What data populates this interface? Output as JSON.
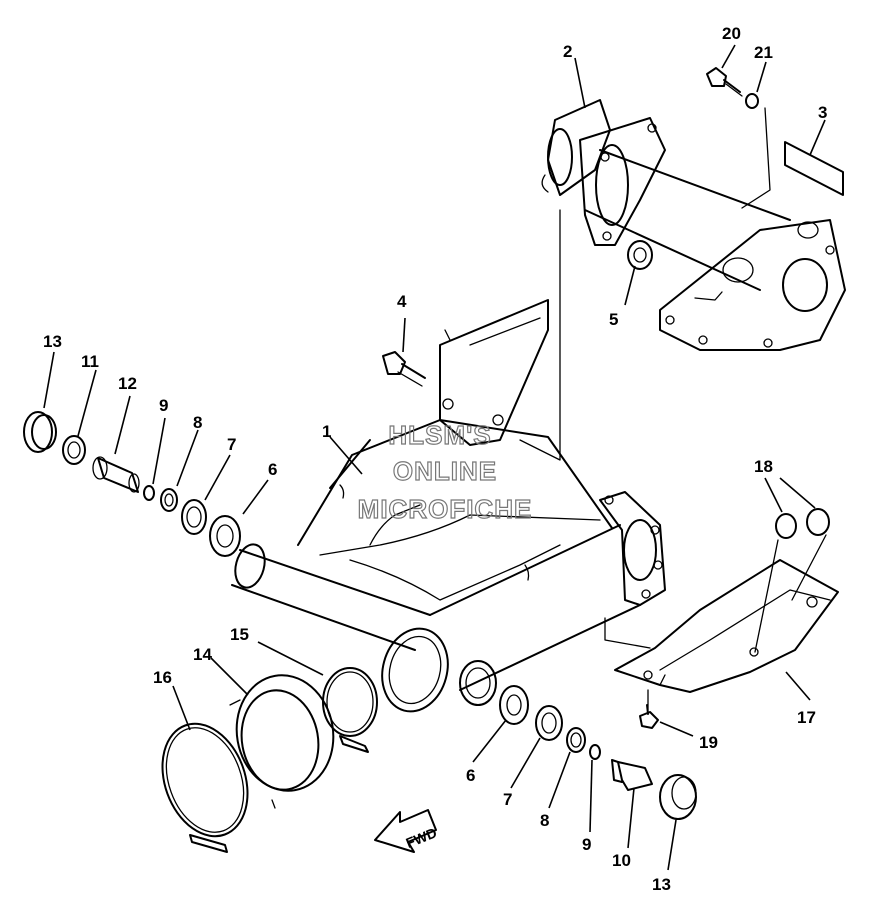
{
  "watermark": [
    "HLSM'S",
    "ONLINE",
    "MICROFICHE"
  ],
  "direction_label": "FWD",
  "callouts": [
    "1",
    "2",
    "3",
    "4",
    "5",
    "6",
    "7",
    "8",
    "9",
    "10",
    "11",
    "12",
    "13",
    "14",
    "15",
    "16",
    "17",
    "18",
    "19",
    "20",
    "21",
    "6",
    "7",
    "8",
    "9",
    "13"
  ]
}
